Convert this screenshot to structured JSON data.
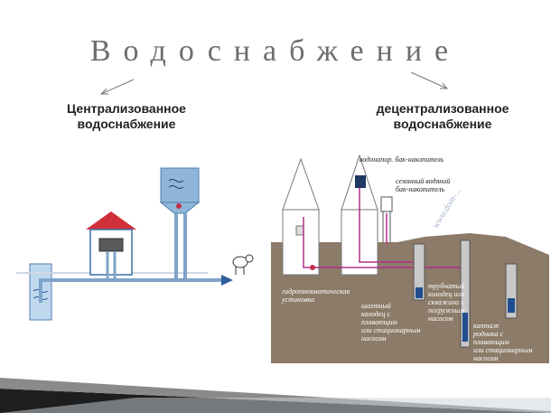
{
  "title": "Водоснабжение",
  "left": {
    "heading_line1": "Централизованное",
    "heading_line2": "водоснабжение"
  },
  "right": {
    "heading_line1": "децентрализованное",
    "heading_line2": "водоснабжение",
    "labels": {
      "tank_storage": "водонапор. бак-накопитель",
      "seasonal_tank_1": "сезонный водяной",
      "seasonal_tank_2": "бак-накопитель",
      "hydro_1": "гидропневматическая",
      "hydro_2": "установка",
      "well_1": "шахтный",
      "well_2": "колодец с",
      "well_3": "плавающим",
      "well_4": "или стационарным",
      "well_5": "насосом",
      "tube_1": "трубчатый",
      "tube_2": "колодец или",
      "tube_3": "скважина с",
      "tube_4": "погружным",
      "tube_5": "насосом",
      "spring_1": "каптаж",
      "spring_2": "родника с",
      "spring_3": "плавающим",
      "spring_4": "или стационарным",
      "spring_5": "насосом"
    },
    "watermark": "www.dom-..."
  },
  "colors": {
    "ground": "#8c7b68",
    "tank": "#8fb6d8",
    "pipe": "#7fa3c9",
    "roof": "#d0303a",
    "pipe_magenta": "#b0308a",
    "accent_navy": "#1f3864"
  }
}
